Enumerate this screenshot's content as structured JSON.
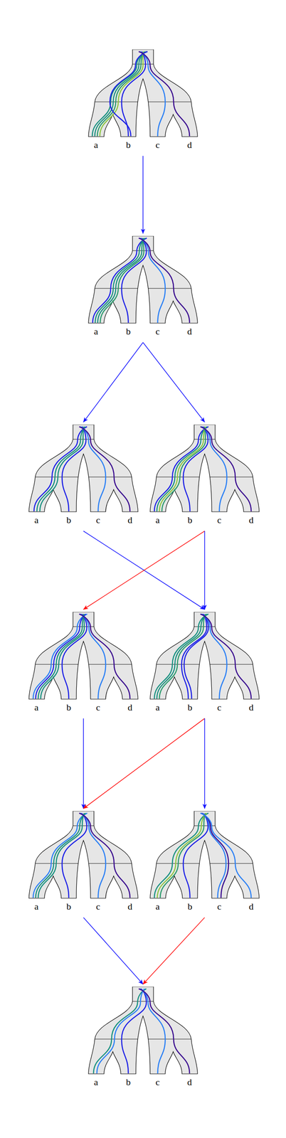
{
  "diagram": {
    "nodes": [
      {
        "text": [
          "a",
          "b",
          "c",
          "d"
        ]
      },
      {
        "text": [
          "a",
          "b",
          "c",
          "d"
        ]
      },
      {
        "text": [
          "a",
          "b",
          "c",
          "d"
        ]
      },
      {
        "text": [
          "a",
          "b",
          "c",
          "d"
        ]
      },
      {
        "text": [
          "a",
          "b",
          "c",
          "d"
        ]
      },
      {
        "text": [
          "a",
          "b",
          "c",
          "d"
        ]
      },
      {
        "text": [
          "a",
          "b",
          "c",
          "d"
        ]
      },
      {
        "text": [
          "a",
          "b",
          "c",
          "d"
        ]
      },
      {
        "text": [
          "a",
          "b",
          "c",
          "d"
        ]
      }
    ],
    "edges": [
      {
        "from": 0,
        "to": 1,
        "arrow": "to"
      },
      {
        "from": 1,
        "to": 2,
        "arrow": "to"
      },
      {
        "from": 1,
        "to": 3,
        "arrow": "to"
      },
      {
        "from": 2,
        "to": 5,
        "arrow": "to"
      },
      {
        "from": 3,
        "to": 4,
        "arrow": "to"
      },
      {
        "from": 3,
        "to": 5,
        "arrow": "to"
      },
      {
        "from": 4,
        "to": 6,
        "arrow": "to"
      },
      {
        "from": 5,
        "to": 6,
        "arrow": "to"
      },
      {
        "from": 5,
        "to": 7,
        "arrow": "to"
      },
      {
        "from": 6,
        "to": 8,
        "arrow": "to"
      },
      {
        "from": 7,
        "to": 8,
        "arrow": "to"
      }
    ]
  }
}
